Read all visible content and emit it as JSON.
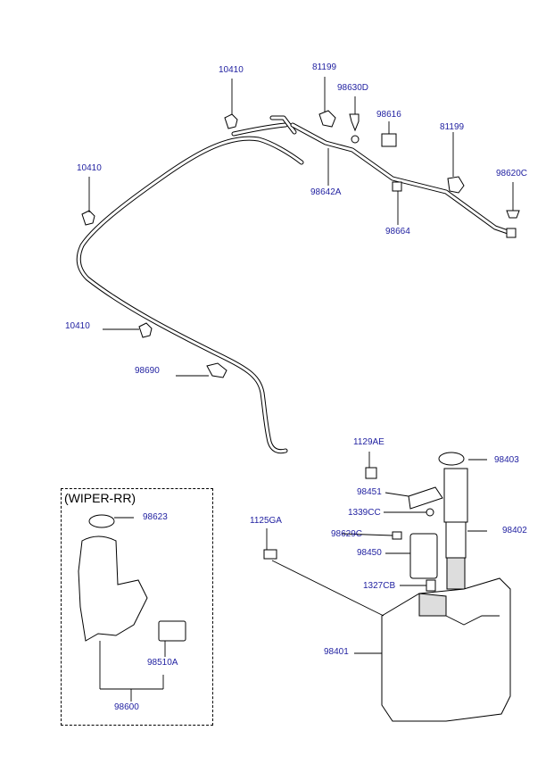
{
  "inset": {
    "title": "(WIPER-RR)"
  },
  "labels": {
    "l10410_top": "10410",
    "l10410_left": "10410",
    "l10410_mid": "10410",
    "l98690": "98690",
    "l81199_a": "81199",
    "l98630D": "98630D",
    "l98616": "98616",
    "l81199_b": "81199",
    "l98620C": "98620C",
    "l98642A": "98642A",
    "l98664": "98664",
    "l1129AE": "1129AE",
    "l98403": "98403",
    "l98451": "98451",
    "l1339CC": "1339CC",
    "l98402": "98402",
    "l1125GA": "1125GA",
    "l98629C": "98629C",
    "l98450": "98450",
    "l1327CB": "1327CB",
    "l98401": "98401",
    "l98623": "98623",
    "l98510A": "98510A",
    "l98600": "98600"
  },
  "colors": {
    "label": "#1f1fa0",
    "line": "#000000"
  }
}
